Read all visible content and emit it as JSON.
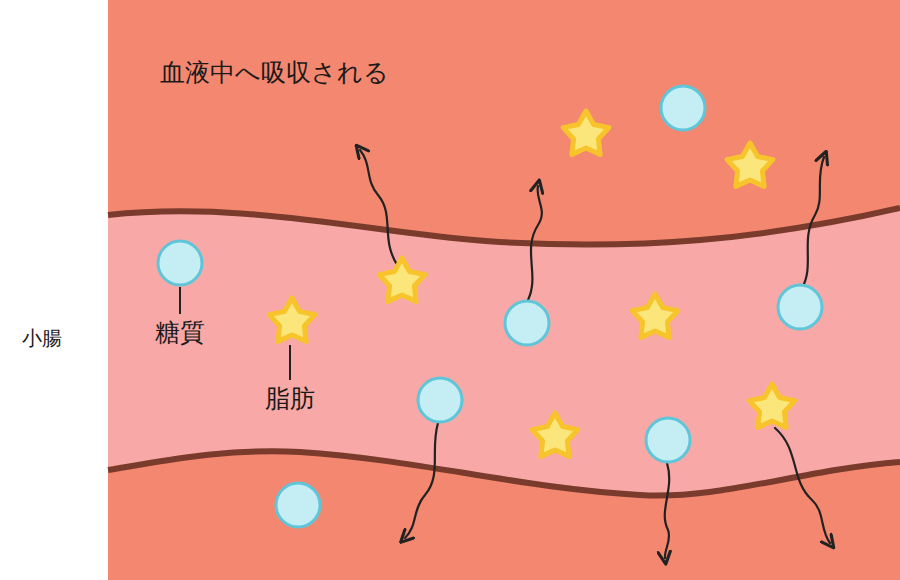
{
  "diagram": {
    "labels": [
      "血液中へ吸収される",
      "小腸",
      "糖質",
      "脂肪"
    ]
  }
}
